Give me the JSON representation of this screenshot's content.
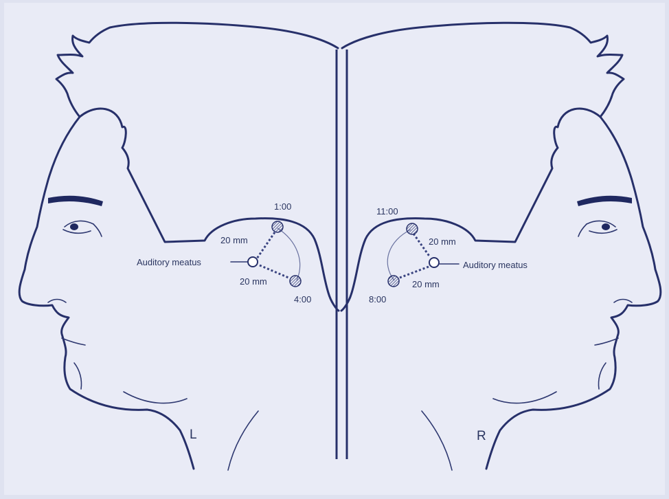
{
  "left_panel": {
    "side_letter": "L",
    "auditory_label": "Auditory meatus",
    "position_top": "1:00",
    "position_bottom": "4:00",
    "distance_top": "20 mm",
    "distance_bottom": "20 mm"
  },
  "right_panel": {
    "side_letter": "R",
    "auditory_label": "Auditory meatus",
    "position_top": "11:00",
    "position_bottom": "8:00",
    "distance_top": "20 mm",
    "distance_bottom": "20 mm"
  },
  "colors": {
    "background": "#dfe2f0",
    "paper": "#e9ebf6",
    "ink": "#27306a"
  }
}
